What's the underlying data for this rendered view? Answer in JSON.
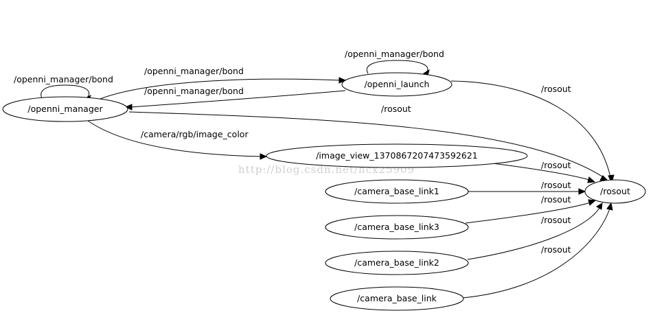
{
  "graph": {
    "nodes": [
      {
        "id": "openni_manager",
        "label": "/openni_manager"
      },
      {
        "id": "openni_launch",
        "label": "/openni_launch"
      },
      {
        "id": "image_view",
        "label": "/image_view_1370867207473592621"
      },
      {
        "id": "rosout",
        "label": "/rosout"
      },
      {
        "id": "camera_base_link1",
        "label": "/camera_base_link1"
      },
      {
        "id": "camera_base_link3",
        "label": "/camera_base_link3"
      },
      {
        "id": "camera_base_link2",
        "label": "/camera_base_link2"
      },
      {
        "id": "camera_base_link",
        "label": "/camera_base_link"
      }
    ],
    "edges": [
      {
        "id": "e_mgr_self",
        "from": "openni_manager",
        "to": "openni_manager",
        "label": "/openni_manager/bond"
      },
      {
        "id": "e_mgr_launch",
        "from": "openni_manager",
        "to": "openni_launch",
        "label": "/openni_manager/bond"
      },
      {
        "id": "e_launch_self",
        "from": "openni_launch",
        "to": "openni_launch",
        "label": "/openni_manager/bond"
      },
      {
        "id": "e_launch_mgr",
        "from": "openni_launch",
        "to": "openni_manager",
        "label": "/openni_manager/bond"
      },
      {
        "id": "e_launch_rosout",
        "from": "openni_launch",
        "to": "rosout",
        "label": "/rosout"
      },
      {
        "id": "e_mgr_rosout",
        "from": "openni_manager",
        "to": "rosout",
        "label": "/rosout"
      },
      {
        "id": "e_mgr_imageview",
        "from": "openni_manager",
        "to": "image_view",
        "label": "/camera/rgb/image_color"
      },
      {
        "id": "e_imageview_rosout",
        "from": "image_view",
        "to": "rosout",
        "label": "/rosout"
      },
      {
        "id": "e_link1_rosout",
        "from": "camera_base_link1",
        "to": "rosout",
        "label": "/rosout"
      },
      {
        "id": "e_link3_rosout",
        "from": "camera_base_link3",
        "to": "rosout",
        "label": "/rosout"
      },
      {
        "id": "e_link2_rosout",
        "from": "camera_base_link2",
        "to": "rosout",
        "label": "/rosout"
      },
      {
        "id": "e_link_rosout",
        "from": "camera_base_link",
        "to": "rosout",
        "label": "/rosout"
      }
    ]
  },
  "watermark": "http://blog.csdn.net/hcx25909"
}
